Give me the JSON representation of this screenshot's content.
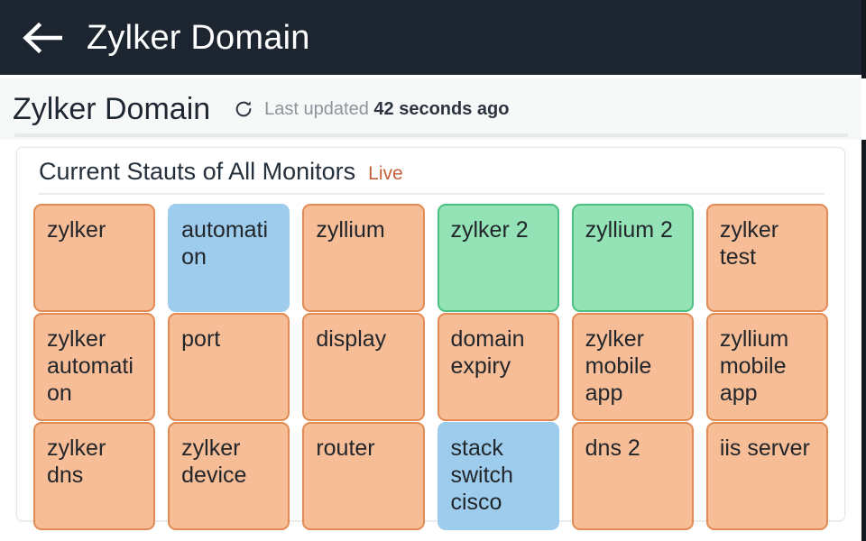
{
  "appbar": {
    "back_icon": "arrow-left-icon",
    "title": "Zylker Domain"
  },
  "subheader": {
    "title": "Zylker Domain",
    "refresh_icon": "refresh-icon",
    "updated_prefix": "Last updated",
    "updated_value": "42 seconds ago"
  },
  "card": {
    "title": "Current Stauts of All Monitors",
    "live_label": "Live",
    "colors": {
      "down": "#f7bd96",
      "down_border": "#e28b54",
      "up": "#93e3b6",
      "up_border": "#4cc083",
      "suspended": "#9dccec",
      "live_text": "#c4603c",
      "appbar_bg": "#1c2530"
    },
    "monitors": [
      {
        "name": "zylker",
        "status": "down"
      },
      {
        "name": "automation",
        "status": "suspended"
      },
      {
        "name": "zyllium",
        "status": "down"
      },
      {
        "name": "zylker 2",
        "status": "up"
      },
      {
        "name": "zyllium 2",
        "status": "up"
      },
      {
        "name": "zylker test",
        "status": "down"
      },
      {
        "name": "zylker automation",
        "status": "down"
      },
      {
        "name": "port",
        "status": "down"
      },
      {
        "name": "display",
        "status": "down"
      },
      {
        "name": "domain expiry",
        "status": "down"
      },
      {
        "name": "zylker mobile app",
        "status": "down"
      },
      {
        "name": "zyllium mobile app",
        "status": "down"
      },
      {
        "name": "zylker dns",
        "status": "down"
      },
      {
        "name": "zylker device",
        "status": "down"
      },
      {
        "name": "router",
        "status": "down"
      },
      {
        "name": "stack switch cisco",
        "status": "suspended"
      },
      {
        "name": "dns 2",
        "status": "down"
      },
      {
        "name": "iis server",
        "status": "down"
      }
    ]
  }
}
